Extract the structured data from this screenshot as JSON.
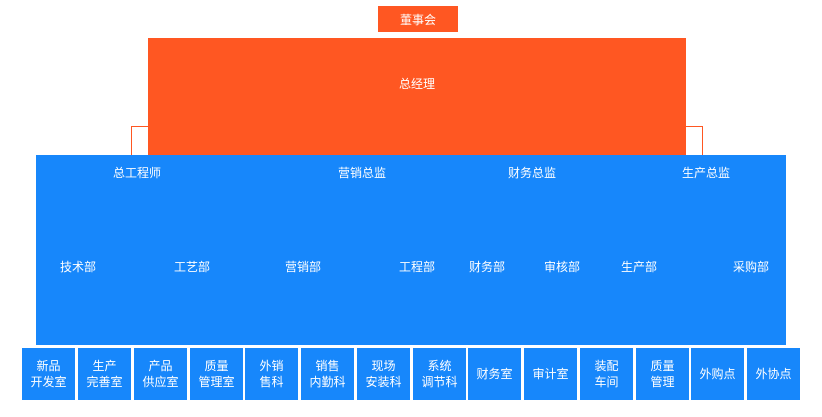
{
  "colors": {
    "orange": "#FF5722",
    "blue": "#1787FB",
    "label_text": "#FFFFFF",
    "background": "#FFFFFF"
  },
  "org": {
    "board": {
      "label": "董事会"
    },
    "general_manager": {
      "label": "总经理"
    },
    "directors": [
      {
        "label": "总工程师"
      },
      {
        "label": "营销总监"
      },
      {
        "label": "财务总监"
      },
      {
        "label": "生产总监"
      }
    ],
    "departments": [
      {
        "label": "技术部"
      },
      {
        "label": "工艺部"
      },
      {
        "label": "营销部"
      },
      {
        "label": "工程部"
      },
      {
        "label": "财务部"
      },
      {
        "label": "审核部"
      },
      {
        "label": "生产部"
      },
      {
        "label": "采购部"
      }
    ],
    "offices": [
      {
        "line1": "新品",
        "line2": "开发室"
      },
      {
        "line1": "生产",
        "line2": "完善室"
      },
      {
        "line1": "产品",
        "line2": "供应室"
      },
      {
        "line1": "质量",
        "line2": "管理室"
      },
      {
        "line1": "外销",
        "line2": "售科"
      },
      {
        "line1": "销售",
        "line2": "内勤科"
      },
      {
        "line1": "现场",
        "line2": "安装科"
      },
      {
        "line1": "系统",
        "line2": "调节科"
      },
      {
        "line1": "财务室"
      },
      {
        "line1": "审计室"
      },
      {
        "line1": "装配",
        "line2": "车间"
      },
      {
        "line1": "质量",
        "line2": "管理"
      },
      {
        "line1": "外购点"
      },
      {
        "line1": "外协点"
      }
    ]
  }
}
